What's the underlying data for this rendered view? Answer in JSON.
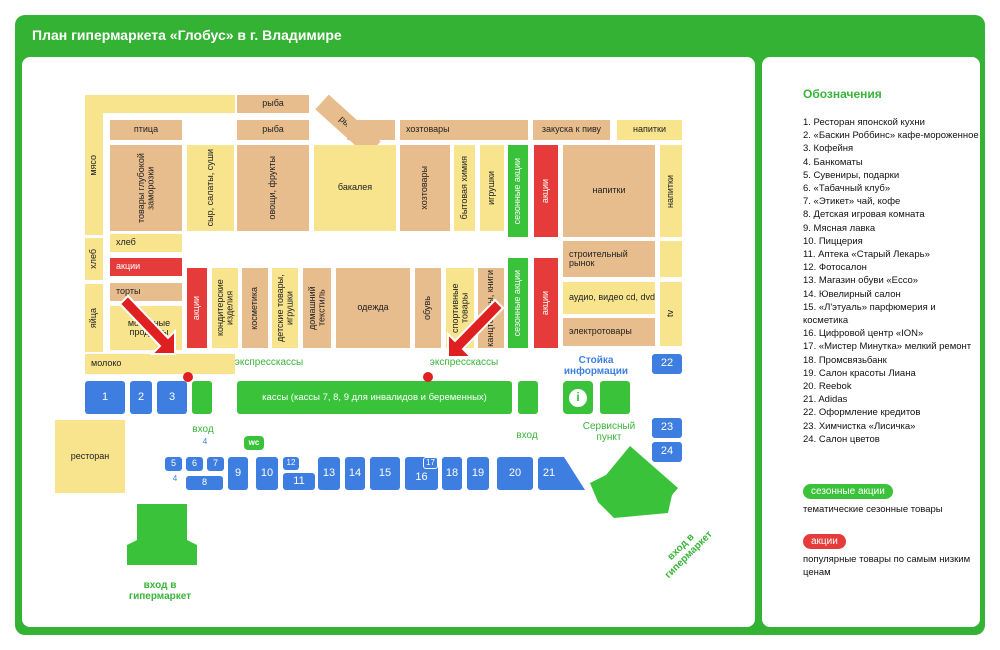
{
  "title": "План гипермаркета «Глобус» в г. Владимире",
  "legend": {
    "heading": "Обозначения",
    "items": [
      "1. Ресторан японской кухни",
      "2. «Баскин Роббинс» кафе-мороженное",
      "3. Кофейня",
      "4. Банкоматы",
      "5. Сувениры, подарки",
      "6. «Табачный клуб»",
      "7. «Этикет» чай, кофе",
      "8. Детская игровая комната",
      "9. Мясная лавка",
      "10. Пиццерия",
      "11. Аптека «Старый Лекарь»",
      "12. Фотосалон",
      "13. Магазин обуви «Ecco»",
      "14. Ювелирный салон",
      "15. «Л'этуаль» парфюмерия и косметика",
      "16. Цифровой центр «ION»",
      "17. «Мистер Минутка» мелкий ремонт",
      "18. Промсвязьбанк",
      "19. Салон красоты Лиана",
      "20. Reebok",
      "21. Adidas",
      "22. Оформление кредитов",
      "23. Химчистка «Лисичка»",
      "24. Салон цветов"
    ],
    "seasonal_pill": "сезонные акции",
    "seasonal_note": "тематические сезонные товары",
    "promo_pill": "акции",
    "promo_note": "популярные товары по самым низким ценам"
  },
  "zones": {
    "myaso": "мясо",
    "ptitsa": "птица",
    "ryba1": "рыба",
    "ryba2": "рыба",
    "ryba3": "рыба",
    "zamorozka": "товары глубокой заморозки",
    "syr": "сыр, салаты, суши",
    "ovoshchi": "овощи, фрукты",
    "bakaleya": "бакалея",
    "khoztovary_top": "хозтовары",
    "khoztovary_v": "хозтовары",
    "bytkhim": "бытовая химия",
    "igrushki": "игрушки",
    "sezon1": "сезонные акции",
    "sezon2": "сезонные акции",
    "aktsii_top": "акции",
    "aktsii_mid": "акции",
    "aktsii_left": "акции",
    "aktsii_right": "акции",
    "zakuska": "закуска к пиву",
    "napitki_top": "напитки",
    "napitki_big": "напитки",
    "napitki_v": "напитки",
    "stroitelny": "строительный рынок",
    "audio": "аудио, видео cd, dvd",
    "tv": "tv",
    "elektro": "электротовары",
    "khleb_v": "хлеб",
    "khleb": "хлеб",
    "yaitsa": "яйца",
    "torty": "торты",
    "molochnye": "молочные продукты",
    "moloko": "молоко",
    "konditer": "кондитерские изделия",
    "kosmetika": "косметика",
    "detskie": "детские товары, игрушки",
    "domashny": "домашний текстиль",
    "odezhda": "одежда",
    "obuv": "обувь",
    "sportivnye": "спортивные товары",
    "kantstovary": "канцтовары, книги",
    "restoran": "ресторан",
    "kassy": "кассы (кассы 7, 8, 9 для инвалидов и беременных)",
    "wc": "wc"
  },
  "labels": {
    "express1": "экспресскассы",
    "express2": "экспресскассы",
    "stoika": "Стойка информации",
    "vkhod1": "вход",
    "vkhod2": "вход",
    "servis": "Сервисный пункт",
    "vkhod_main1": "вход в гипермаркет",
    "vkhod_main2": "вход в гипермаркет",
    "info_icon": "i"
  },
  "shops": {
    "s1": "1",
    "s2": "2",
    "s3": "3",
    "s4a": "4",
    "s4b": "4",
    "s5": "5",
    "s6": "6",
    "s7": "7",
    "s8": "8",
    "s9": "9",
    "s10": "10",
    "s11": "11",
    "s12": "12",
    "s13": "13",
    "s14": "14",
    "s15": "15",
    "s16": "16",
    "s17": "17",
    "s18": "18",
    "s19": "19",
    "s20": "20",
    "s21": "21",
    "s22": "22",
    "s23": "23",
    "s24": "24"
  },
  "colors": {
    "brand_green": "#34b233",
    "food_tan": "#e8bd8e",
    "nonfood_yellow": "#f7e48d",
    "promo_red": "#e63b3b",
    "shop_blue": "#3d7ee0"
  }
}
